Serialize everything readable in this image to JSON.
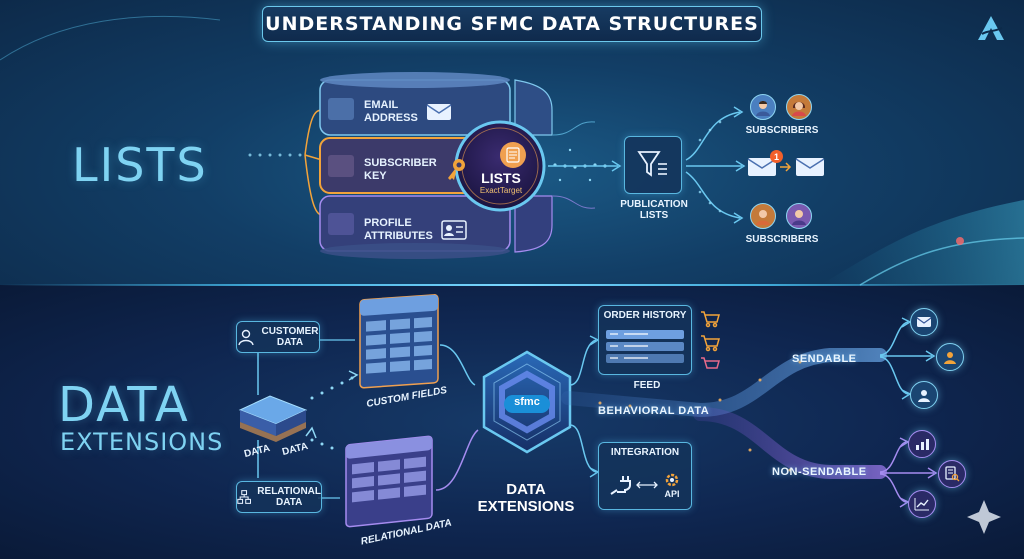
{
  "title": "UNDERSTANDING SFMC DATA STRUCTURES",
  "lists_section": {
    "label": "LISTS",
    "fields": [
      {
        "line1": "EMAIL",
        "line2": "ADDRESS",
        "icon": "envelope-icon"
      },
      {
        "line1": "SUBSCRIBER",
        "line2": "KEY",
        "icon": "key-icon"
      },
      {
        "line1": "PROFILE",
        "line2": "ATTRIBUTES",
        "icon": "profile-card-icon"
      }
    ],
    "hub": {
      "title": "LISTS",
      "subtitle": "ExactTarget"
    },
    "publication": {
      "line1": "PUBLICATION",
      "line2": "LISTS"
    },
    "subscribers_top": "SUBSCRIBERS",
    "subscribers_bottom": "SUBSCRIBERS",
    "notification_badge": "1"
  },
  "de_section": {
    "label_line1": "DATA",
    "label_line2": "EXTENSIONS",
    "customer_data": {
      "line1": "CUSTOMER",
      "line2": "DATA"
    },
    "relational_data": {
      "line1": "RELATIONAL",
      "line2": "DATA"
    },
    "cube_label_left": "DATA",
    "cube_label_right": "DATA",
    "custom_fields": "CUSTOM FIELDS",
    "relational_table": "RELATIONAL DATA",
    "hub_logo": "sfmc",
    "hub_line1": "DATA",
    "hub_line2": "EXTENSIONS",
    "order_history": "ORDER HISTORY",
    "feed": "FEED",
    "behavioral": "BEHAVIORAL DATA",
    "integration": "INTEGRATION",
    "api": "API",
    "sendable": "SENDABLE",
    "non_sendable": "NON-SENDABLE"
  },
  "colors": {
    "accent_cyan": "#7fd3f2",
    "accent_orange": "#f2a33a",
    "accent_purple": "#9a7cf0",
    "hub_orange": "#f0a050"
  }
}
